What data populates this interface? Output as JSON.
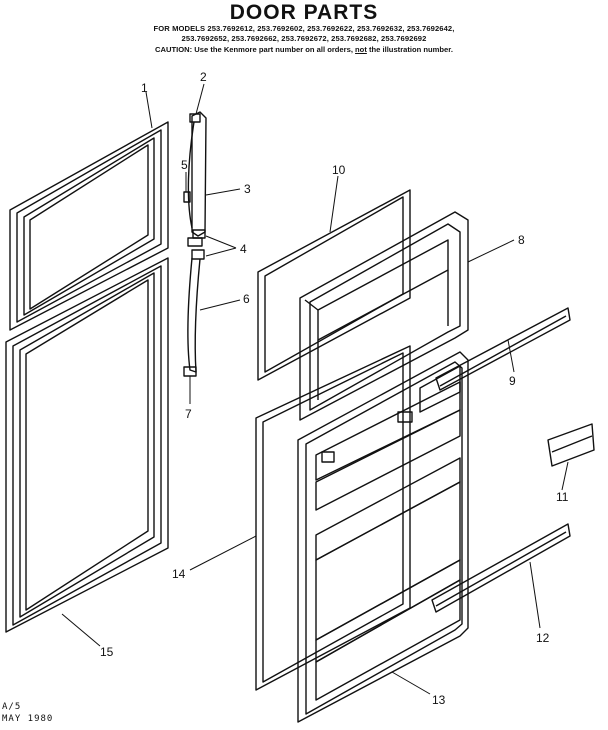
{
  "header": {
    "title": "DOOR PARTS",
    "models_line1": "FOR MODELS 253.7692612, 253.7692602, 253.7692622, 253.7692632, 253.7692642,",
    "models_line2": "253.7692652, 253.7692662, 253.7692672, 253.7692682, 253.7692692",
    "caution_prefix": "CAUTION: Use the Kenmore part number on all orders, ",
    "caution_not": "not",
    "caution_suffix": " the illustration number."
  },
  "callouts": {
    "c1": "1",
    "c2": "2",
    "c3": "3",
    "c4": "4",
    "c5": "5",
    "c6": "6",
    "c7": "7",
    "c8": "8",
    "c9": "9",
    "c10": "10",
    "c11": "11",
    "c12": "12",
    "c13": "13",
    "c14": "14",
    "c15": "15"
  },
  "footer": {
    "code": "A/5",
    "date": "MAY 1980"
  }
}
